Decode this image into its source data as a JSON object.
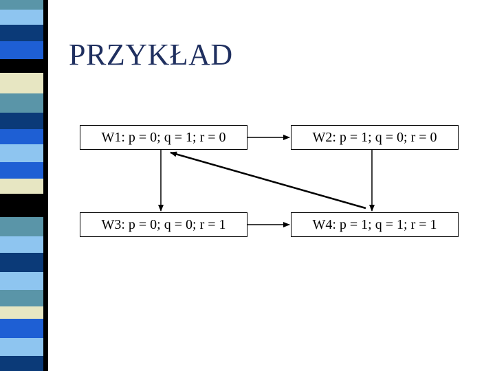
{
  "title": "PRZYKŁAD",
  "nodes": {
    "w1": "W1: p = 0; q = 1; r = 0",
    "w2": "W2: p = 1; q = 0; r = 0",
    "w3": "W3: p = 0; q = 0; r = 1",
    "w4": "W4: p = 1; q = 1; r = 1"
  },
  "edges": [
    {
      "from": "W1",
      "to": "W2"
    },
    {
      "from": "W1",
      "to": "W3"
    },
    {
      "from": "W2",
      "to": "W4"
    },
    {
      "from": "W3",
      "to": "W4"
    },
    {
      "from": "W4",
      "to": "W1"
    }
  ],
  "colors": {
    "title": "#1f2f5f",
    "stripe_dark_blue": "#0b3a78",
    "stripe_blue": "#1e5fd4",
    "stripe_light_blue": "#8ec5f0",
    "stripe_teal": "#5a95a8",
    "stripe_cream": "#e7e6c2",
    "stripe_black": "#000000"
  }
}
